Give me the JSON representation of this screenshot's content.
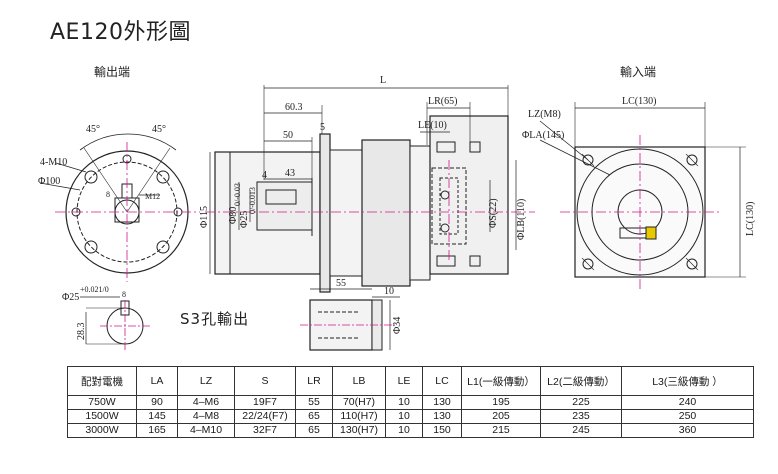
{
  "page": {
    "title": "AE120外形圖",
    "output_label": "輸出端",
    "input_label": "輸入端",
    "s3_label": "S3孔輸出"
  },
  "dims": {
    "L": "L",
    "d60_3": "60.3",
    "d50": "50",
    "d5": "5",
    "d43": "43",
    "d4": "4",
    "LR": "LR(65)",
    "LE": "LE(10)",
    "S": "ΦS(22)",
    "LB": "ΦLB(110)",
    "d115": "Φ115",
    "d80": "Φ80",
    "d80_tol": "0/-0.03",
    "d25": "Φ25",
    "d25_tol": "0/-0.013",
    "M12": "M12",
    "d8": "8",
    "a45L": "45°",
    "a45R": "45°",
    "M10": "4-M10",
    "d100": "Φ100",
    "LZ": "LZ(M8)",
    "LA": "ΦLA(145)",
    "LC_top": "LC(130)",
    "LC_side": "LC(130)",
    "key_d25": "Φ25",
    "key_d25_tol": "+0.021/0",
    "key_8": "8",
    "key_28_3": "28.3",
    "s3_55": "55",
    "s3_10": "10",
    "s3_34": "Φ34"
  },
  "table": {
    "headers": [
      "配對電機",
      "LA",
      "LZ",
      "S",
      "LR",
      "LB",
      "LE",
      "LC",
      "L1(一級傳動）",
      "L2(二級傳動）",
      "L3(三級傳動 ）"
    ],
    "rows": [
      [
        "750W",
        "90",
        "4–M6",
        "19F7",
        "55",
        "70(H7)",
        "10",
        "130",
        "195",
        "225",
        "240"
      ],
      [
        "1500W",
        "145",
        "4–M8",
        "22/24(F7)",
        "65",
        "110(H7)",
        "10",
        "130",
        "205",
        "235",
        "250"
      ],
      [
        "3000W",
        "165",
        "4–M10",
        "32F7",
        "65",
        "130(H7)",
        "10",
        "150",
        "215",
        "245",
        "360"
      ]
    ]
  },
  "colors": {
    "line": "#222222",
    "centerline": "#d0198a",
    "highlight": "#e8c800",
    "body_fill": "#eeeeee"
  }
}
